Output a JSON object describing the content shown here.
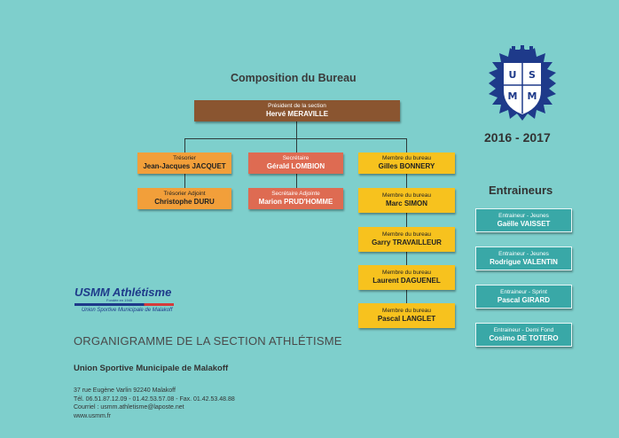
{
  "title": "Composition du Bureau",
  "season": "2016 - 2017",
  "coaches_heading": "Entraineurs",
  "president": {
    "role": "Président de la section",
    "name": "Hervé MERAVILLE"
  },
  "treasurer": {
    "role": "Trésorier",
    "name": "Jean-Jacques JACQUET"
  },
  "treasurer_deputy": {
    "role": "Trésorier Adjoint",
    "name": "Christophe DURU"
  },
  "secretary": {
    "role": "Secrétaire",
    "name": "Gérald LOMBION"
  },
  "secretary_deputy": {
    "role": "Secrétaire Adjointe",
    "name": "Marion PRUD'HOMME"
  },
  "members": [
    {
      "role": "Membre du bureau",
      "name": "Gilles BONNERY"
    },
    {
      "role": "Membre du bureau",
      "name": "Marc SIMON"
    },
    {
      "role": "Membre du bureau",
      "name": "Garry TRAVAILLEUR"
    },
    {
      "role": "Membre du bureau",
      "name": "Laurent DAGUENEL"
    },
    {
      "role": "Membre du bureau",
      "name": "Pascal LANGLET"
    }
  ],
  "coaches": [
    {
      "role": "Entraineur - Jeunes",
      "name": "Gaëlle VAISSET"
    },
    {
      "role": "Entraineur - Jeunes",
      "name": "Rodrigue VALENTIN"
    },
    {
      "role": "Entraineur - Sprint",
      "name": "Pascal GIRARD"
    },
    {
      "role": "Entraineur - Demi Fond",
      "name": "Cosimo DE TOTERO"
    }
  ],
  "logo": {
    "brand": "USMM Athlétisme",
    "founded": "Fondée en 1945",
    "subtitle": "Union Sportive Municipale de Malakoff",
    "crest_letters": "USMM"
  },
  "footer": {
    "org_title": "ORGANIGRAMME DE LA SECTION ATHLÉTISME",
    "club_name": "Union Sportive Municipale de Malakoff",
    "address": "37 rue Eugène Varlin 92240 Malakoff",
    "phone": "Tél. 06.51.87.12.09 - 01.42.53.57.08 - Fax. 01.42.53.48.88",
    "email": "Courriel : usmm.athletisme@laposte.net",
    "website": "www.usmm.fr"
  },
  "colors": {
    "background": "#7ecfcc",
    "president": "#8a5530",
    "treasury": "#f29f3a",
    "secretary": "#de6b52",
    "members": "#f7c21e",
    "coaches": "#39a8a7",
    "crest": "#1e3a8a"
  }
}
